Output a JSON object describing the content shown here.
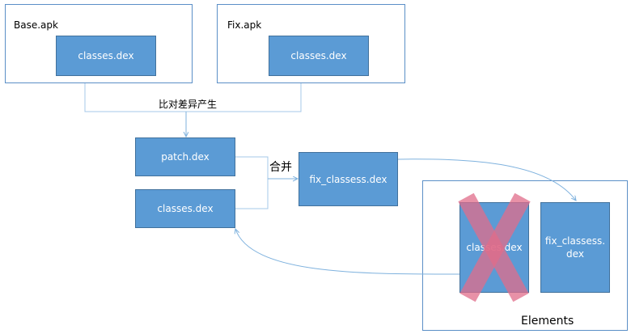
{
  "base_apk": {
    "title": "Base.apk",
    "inner": "classes.dex"
  },
  "fix_apk": {
    "title": "Fix.apk",
    "inner": "classes.dex"
  },
  "compare_label": "比对差异产生",
  "patch_dex": "patch.dex",
  "classes_dex": "classes.dex",
  "merge_label": "合并",
  "fix_classes_dex": "fix_classess.dex",
  "elements": {
    "title": "Elements",
    "removed_item": "classes.dex",
    "new_item": "fix_classess.dex"
  },
  "colors": {
    "box_fill": "#5b9bd5",
    "frame_border": "#5b8fc7",
    "connector": "#7fb2de",
    "cross": "#e06c8a"
  }
}
